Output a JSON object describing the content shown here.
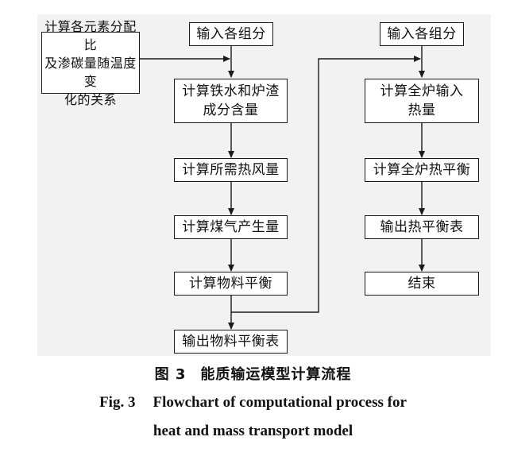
{
  "boxes": {
    "input_left": "输入各组分",
    "element_ratio": "计算各元素分配比\n及渗碳量随温度变\n化的关系",
    "iron_slag": "计算铁水和炉渣\n成分含量",
    "hot_blast": "计算所需热风量",
    "gas_gen": "计算煤气产生量",
    "material_balance": "计算物料平衡",
    "output_material_table": "输出物料平衡表",
    "input_right": "输入各组分",
    "furnace_input_heat": "计算全炉输入\n热量",
    "furnace_heat_balance": "计算全炉热平衡",
    "output_heat_table": "输出热平衡表",
    "end": "结束"
  },
  "caption": {
    "cn_num": "图 3",
    "cn_title": "能质输运模型计算流程",
    "en_num": "Fig. 3",
    "en_title_line1": "Flowchart of computational process for",
    "en_title_line2": "heat and mass transport model"
  },
  "colors": {
    "line": "#1a1a1a",
    "panel": "#f2f2f2",
    "box_fill": "#ffffff"
  }
}
